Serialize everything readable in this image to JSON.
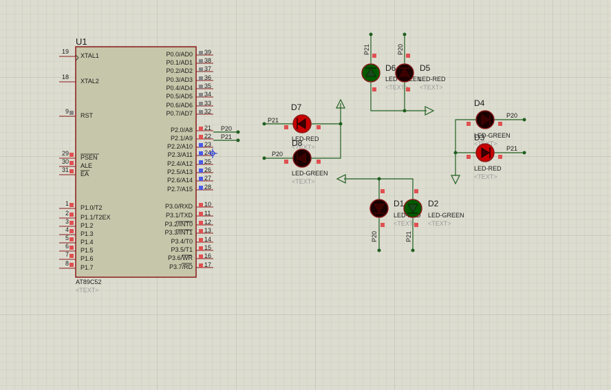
{
  "colors": {
    "background": "#dcdcd0",
    "grid_minor": "#cbcbbd",
    "grid_major": "#b7b7a8",
    "chip_fill": "#c6c6aa",
    "chip_border": "#8a1a1a",
    "wire": "#1f5f1f",
    "pin_red": "#e05050",
    "pin_blue": "#4a5ae6",
    "pin_gray": "#888888",
    "led_red": "#c80000",
    "led_green": "#005a00",
    "led_off": "#3a0000",
    "placeholder": "#9a9a9a"
  },
  "chip": {
    "ref": "U1",
    "part": "AT89C52",
    "text_placeholder": "<TEXT>",
    "left_pins": [
      {
        "num": "19",
        "label": "XTAL1"
      },
      {
        "num": "18",
        "label": "XTAL2"
      },
      {
        "num": "9",
        "label": "RST"
      },
      {
        "num": "29",
        "label": "PSEN"
      },
      {
        "num": "30",
        "label": "ALE"
      },
      {
        "num": "31",
        "label": "EA"
      },
      {
        "num": "1",
        "label": "P1.0/T2"
      },
      {
        "num": "2",
        "label": "P1.1/T2EX"
      },
      {
        "num": "3",
        "label": "P1.2"
      },
      {
        "num": "4",
        "label": "P1.3"
      },
      {
        "num": "5",
        "label": "P1.4"
      },
      {
        "num": "6",
        "label": "P1.5"
      },
      {
        "num": "7",
        "label": "P1.6"
      },
      {
        "num": "8",
        "label": "P1.7"
      }
    ],
    "right_pins": [
      {
        "num": "39",
        "label": "P0.0/AD0"
      },
      {
        "num": "38",
        "label": "P0.1/AD1"
      },
      {
        "num": "37",
        "label": "P0.2/AD2"
      },
      {
        "num": "36",
        "label": "P0.3/AD3"
      },
      {
        "num": "35",
        "label": "P0.4/AD4"
      },
      {
        "num": "34",
        "label": "P0.5/AD5"
      },
      {
        "num": "33",
        "label": "P0.6/AD6"
      },
      {
        "num": "32",
        "label": "P0.7/AD7"
      },
      {
        "num": "21",
        "label": "P2.0/A8"
      },
      {
        "num": "22",
        "label": "P2.1/A9"
      },
      {
        "num": "23",
        "label": "P2.2/A10"
      },
      {
        "num": "24",
        "label": "P2.3/A11"
      },
      {
        "num": "25",
        "label": "P2.4/A12"
      },
      {
        "num": "26",
        "label": "P2.5/A13"
      },
      {
        "num": "27",
        "label": "P2.6/A14"
      },
      {
        "num": "28",
        "label": "P2.7/A15"
      },
      {
        "num": "10",
        "label": "P3.0/RXD"
      },
      {
        "num": "11",
        "label": "P3.1/TXD"
      },
      {
        "num": "12",
        "label": "P3.2/INT0"
      },
      {
        "num": "13",
        "label": "P3.3/INT1"
      },
      {
        "num": "14",
        "label": "P3.4/T0"
      },
      {
        "num": "15",
        "label": "P3.5/T1"
      },
      {
        "num": "16",
        "label": "P3.6/WR"
      },
      {
        "num": "17",
        "label": "P3.7/RD"
      }
    ],
    "net_p20": "P20",
    "net_p21": "P21"
  },
  "leds": {
    "d7": {
      "ref": "D7",
      "type": "LED-RED",
      "text": "<TEXT>",
      "net": "P21"
    },
    "d8": {
      "ref": "D8",
      "type": "LED-GREEN",
      "text": "<TEXT>",
      "net": "P20"
    },
    "d6": {
      "ref": "D6",
      "type": "LED-GREEN",
      "text": "<TEXT>",
      "net": "P21"
    },
    "d5": {
      "ref": "D5",
      "type": "LED-RED",
      "text": "<TEXT>",
      "net": "P20"
    },
    "d4": {
      "ref": "D4",
      "type": "LED-GREEN",
      "text": "<TEXT>",
      "net": "P20"
    },
    "d3": {
      "ref": "D3",
      "type": "LED-RED",
      "text": "<TEXT>",
      "net": "P21"
    },
    "d1": {
      "ref": "D1",
      "type": "LED-RED",
      "text": "<TEXT>",
      "net": "P20"
    },
    "d2": {
      "ref": "D2",
      "type": "LED-GREEN",
      "text": "<TEXT>",
      "net": "P21"
    }
  }
}
